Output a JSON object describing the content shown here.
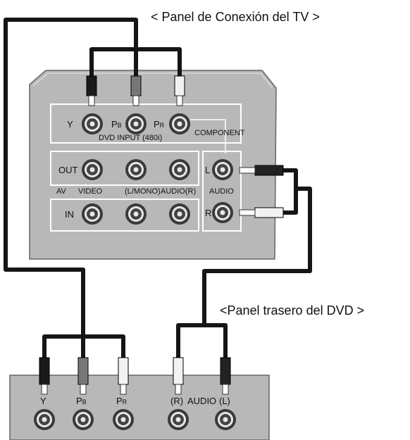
{
  "title_tv": "< Panel de Conexión del TV >",
  "title_dvd": "<Panel trasero del DVD >",
  "tv": {
    "component": {
      "y": "Y",
      "pb": "P",
      "pb_sub": "B",
      "pr": "P",
      "pr_sub": "R",
      "caption": "DVD INPUT (480i)",
      "group": "COMPONENT"
    },
    "out": "OUT",
    "av": "AV",
    "video": "VIDEO",
    "lmono": "(L/MONO)",
    "audio_r": "AUDIO(R)",
    "in": "IN",
    "audio": "AUDIO",
    "l": "L",
    "r": "R"
  },
  "dvd": {
    "y": "Y",
    "pb": "P",
    "pb_sub": "B",
    "pr": "P",
    "pr_sub": "R",
    "r": "(R)",
    "audio": "AUDIO",
    "l": "(L)"
  }
}
